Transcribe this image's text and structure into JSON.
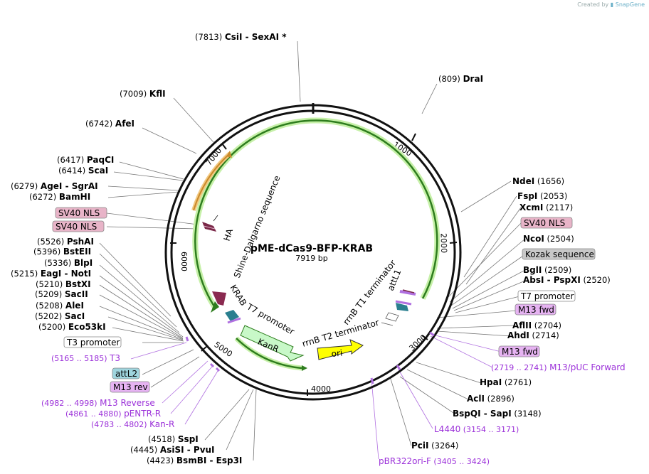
{
  "credit": {
    "prefix": "Created by",
    "brand": "SnapGene"
  },
  "plasmid": {
    "name": "pME-dCas9-BFP-KRAB",
    "length": "7919 bp"
  },
  "ticks": [
    "1000",
    "2000",
    "3000",
    "4000",
    "5000",
    "6000",
    "7000"
  ],
  "sites": [
    {
      "id": "csii",
      "num": "(7813)",
      "name": "CsiI",
      "extra": "SexAI *"
    },
    {
      "id": "drai",
      "num": "(809)",
      "name": "DraI",
      "extra": ""
    },
    {
      "id": "kfli",
      "num": "(7009)",
      "name": "KflI",
      "extra": ""
    },
    {
      "id": "afei",
      "num": "(6742)",
      "name": "AfeI",
      "extra": ""
    },
    {
      "id": "paqci",
      "num": "(6417)",
      "name": "PaqCI",
      "extra": ""
    },
    {
      "id": "scai",
      "num": "(6414)",
      "name": "ScaI",
      "extra": ""
    },
    {
      "id": "agei",
      "num": "(6279)",
      "name": "AgeI",
      "extra": "SgrAI"
    },
    {
      "id": "bamhi",
      "num": "(6272)",
      "name": "BamHI",
      "extra": ""
    },
    {
      "id": "pshai",
      "num": "(5526)",
      "name": "PshAI",
      "extra": ""
    },
    {
      "id": "bsteii",
      "num": "(5396)",
      "name": "BstEII",
      "extra": ""
    },
    {
      "id": "blpi",
      "num": "(5336)",
      "name": "BlpI",
      "extra": ""
    },
    {
      "id": "eagi",
      "num": "(5215)",
      "name": "EagI",
      "extra": "NotI"
    },
    {
      "id": "bstxi",
      "num": "(5210)",
      "name": "BstXI",
      "extra": ""
    },
    {
      "id": "sacii",
      "num": "(5209)",
      "name": "SacII",
      "extra": ""
    },
    {
      "id": "alei",
      "num": "(5208)",
      "name": "AleI",
      "extra": ""
    },
    {
      "id": "saci",
      "num": "(5202)",
      "name": "SacI",
      "extra": ""
    },
    {
      "id": "eco53ki",
      "num": "(5200)",
      "name": "Eco53kI",
      "extra": ""
    },
    {
      "id": "sspi",
      "num": "(4518)",
      "name": "SspI",
      "extra": ""
    },
    {
      "id": "asisi",
      "num": "(4445)",
      "name": "AsiSI",
      "extra": "PvuI"
    },
    {
      "id": "bsmbi",
      "num": "(4423)",
      "name": "BsmBI",
      "extra": "Esp3I"
    },
    {
      "id": "ndei",
      "num": "(1656)",
      "name": "NdeI",
      "extra": ""
    },
    {
      "id": "fspi",
      "num": "(2053)",
      "name": "FspI",
      "extra": ""
    },
    {
      "id": "xcmi",
      "num": "(2117)",
      "name": "XcmI",
      "extra": ""
    },
    {
      "id": "ncoi",
      "num": "(2504)",
      "name": "NcoI",
      "extra": ""
    },
    {
      "id": "bgli",
      "num": "(2509)",
      "name": "BglI",
      "extra": ""
    },
    {
      "id": "absi",
      "num": "(2520)",
      "name": "AbsI",
      "extra": "PspXI"
    },
    {
      "id": "aflii",
      "num": "(2704)",
      "name": "AflII",
      "extra": ""
    },
    {
      "id": "ahdi",
      "num": "(2714)",
      "name": "AhdI",
      "extra": ""
    },
    {
      "id": "hpai",
      "num": "(2761)",
      "name": "HpaI",
      "extra": ""
    },
    {
      "id": "acli",
      "num": "(2896)",
      "name": "AclI",
      "extra": ""
    },
    {
      "id": "bspqi",
      "num": "(3148)",
      "name": "BspQI",
      "extra": "SapI"
    },
    {
      "id": "pcii",
      "num": "(3264)",
      "name": "PciI",
      "extra": ""
    }
  ],
  "primers": [
    {
      "id": "t3",
      "range": "(5165 .. 5185)",
      "name": "T3"
    },
    {
      "id": "m13rev",
      "range": "(4982 .. 4998)",
      "name": "M13 Reverse"
    },
    {
      "id": "pentr",
      "range": "(4861 .. 4880)",
      "name": "pENTR-R"
    },
    {
      "id": "kanr",
      "range": "(4783 .. 4802)",
      "name": "Kan-R"
    },
    {
      "id": "m13puc",
      "range": "(2719 .. 2741)",
      "name": "M13/pUC Forward"
    },
    {
      "id": "l4440",
      "range": "",
      "name": "L4440",
      "range2": "(3154 .. 3171)"
    },
    {
      "id": "pbr",
      "range": "",
      "name": "pBR322ori-F",
      "range2": "(3405 .. 3424)"
    }
  ],
  "boxes": [
    {
      "id": "sv40a",
      "text": "SV40 NLS",
      "kind": "pink"
    },
    {
      "id": "sv40b",
      "text": "SV40 NLS",
      "kind": "pink"
    },
    {
      "id": "t3p",
      "text": "T3 promoter",
      "kind": "white"
    },
    {
      "id": "attl2",
      "text": "attL2",
      "kind": "teal"
    },
    {
      "id": "m13r",
      "text": "M13 rev",
      "kind": "violet"
    },
    {
      "id": "sv40c",
      "text": "SV40 NLS",
      "kind": "pink"
    },
    {
      "id": "kozak",
      "text": "Kozak sequence",
      "kind": "gray"
    },
    {
      "id": "t7p",
      "text": "T7 promoter",
      "kind": "white"
    },
    {
      "id": "m13f1",
      "text": "M13 fwd",
      "kind": "violet"
    },
    {
      "id": "m13f2",
      "text": "M13 fwd",
      "kind": "violet"
    }
  ],
  "features": {
    "shine": "Shine-Dalgarno sequence",
    "ha": "HA",
    "krab": "KRAB",
    "t7": "T7 promoter",
    "kanr": "KanR",
    "ori": "ori",
    "t2": "rrnB T2 terminator",
    "t1": "rrnB T1 terminator",
    "attl1": "attL1"
  },
  "colors": {
    "backbone": "#111111",
    "cds_green": "#2e7d1e",
    "cds_glow": "#c6f0a8",
    "orange": "#c9892a",
    "kanr_fill": "#c8f8c8",
    "ori_fill": "#ffff00",
    "primer": "#9b30d9",
    "ha_fill": "#7a2848",
    "teal": "#2a7f8f",
    "pink_box": "#e8b4c8",
    "violet_box": "#e6b3f2",
    "teal_box": "#9fd5de",
    "gray_box": "#c8c8c8"
  }
}
